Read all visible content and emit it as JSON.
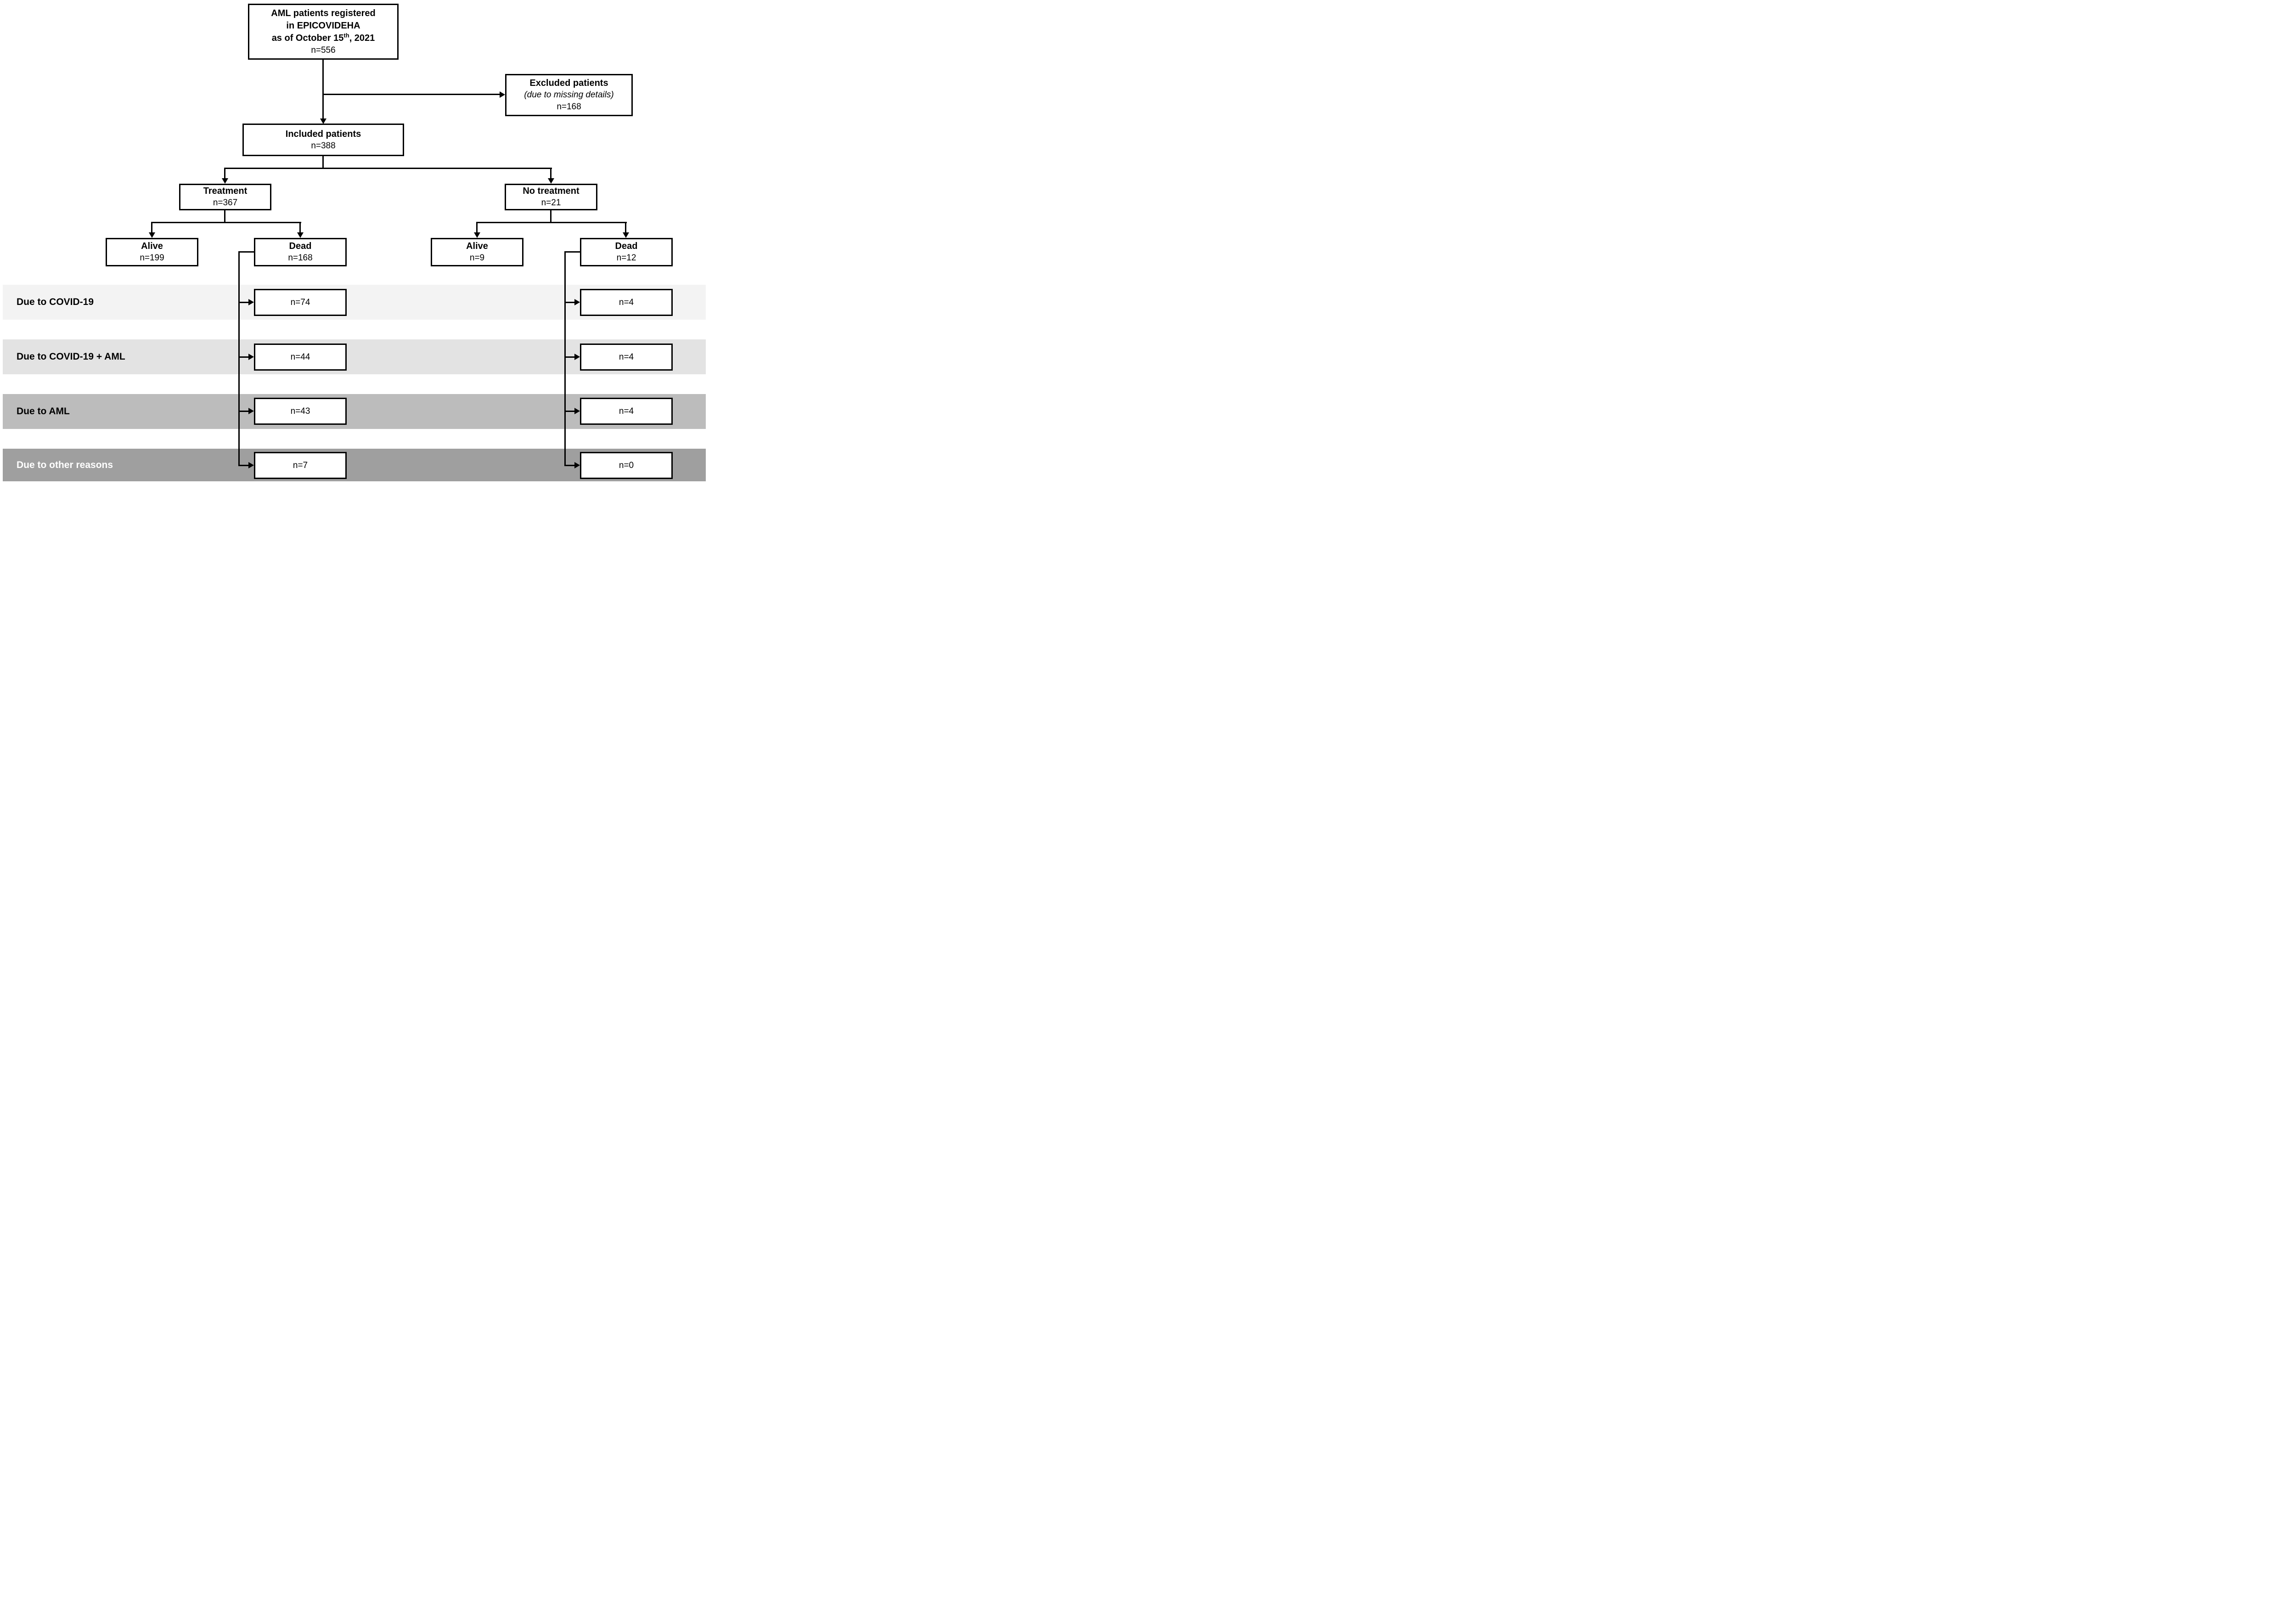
{
  "diagram": {
    "registered": {
      "line1": "AML patients registered",
      "line2": "in EPICOVIDEHA",
      "date_main": "as of October 15",
      "date_sup": "th",
      "date_tail": ", 2021",
      "count": "n=556"
    },
    "excluded": {
      "title": "Excluded patients",
      "subtitle": "(due to missing details)",
      "count": "n=168"
    },
    "included": {
      "title": "Included patients",
      "count": "n=388"
    },
    "treatment": {
      "title": "Treatment",
      "count": "n=367"
    },
    "no_treatment": {
      "title": "No treatment",
      "count": "n=21"
    },
    "treatment_alive": {
      "title": "Alive",
      "count": "n=199"
    },
    "treatment_dead": {
      "title": "Dead",
      "count": "n=168"
    },
    "no_treatment_alive": {
      "title": "Alive",
      "count": "n=9"
    },
    "no_treatment_dead": {
      "title": "Dead",
      "count": "n=12"
    },
    "cause_rows": [
      {
        "label": "Due to COVID-19",
        "treatment_count": "n=74",
        "no_treatment_count": "n=4",
        "band_color": "#f3f3f3",
        "label_color": "#000000"
      },
      {
        "label": "Due to COVID-19 + AML",
        "treatment_count": "n=44",
        "no_treatment_count": "n=4",
        "band_color": "#e3e3e3",
        "label_color": "#000000"
      },
      {
        "label": "Due to AML",
        "treatment_count": "n=43",
        "no_treatment_count": "n=4",
        "band_color": "#bcbcbc",
        "label_color": "#000000"
      },
      {
        "label": "Due to other reasons",
        "treatment_count": "n=7",
        "no_treatment_count": "n=0",
        "band_color": "#9f9f9f",
        "label_color": "#ffffff"
      }
    ],
    "line_color": "#000000"
  }
}
